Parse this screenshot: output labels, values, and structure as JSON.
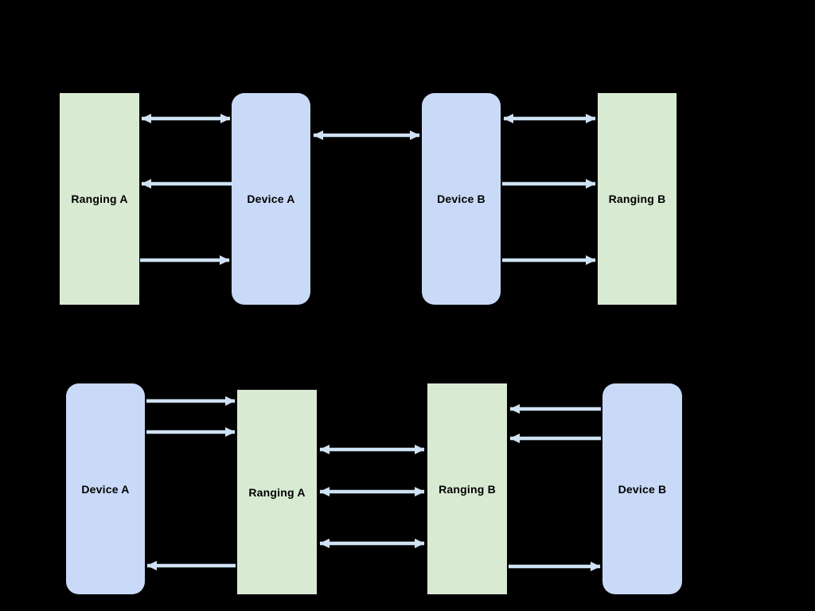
{
  "colors": {
    "canvas_bg": "#000000",
    "device_fill": "#c9daf8",
    "ranging_fill": "#d9ead3",
    "arrow": "#cfe2f3",
    "label_text": "#000000"
  },
  "diagrams": [
    {
      "name": "top-topology",
      "nodes": [
        {
          "id": "ranging-a",
          "label": "Ranging A",
          "type": "ranging"
        },
        {
          "id": "device-a",
          "label": "Device A",
          "type": "device"
        },
        {
          "id": "device-b",
          "label": "Device B",
          "type": "device"
        },
        {
          "id": "ranging-b",
          "label": "Ranging B",
          "type": "ranging"
        }
      ],
      "connections": [
        {
          "from": "ranging-a",
          "to": "device-a",
          "direction": "both"
        },
        {
          "from": "device-a",
          "to": "device-b",
          "direction": "both"
        },
        {
          "from": "device-b",
          "to": "ranging-b",
          "direction": "both"
        },
        {
          "from": "device-a",
          "to": "ranging-a",
          "direction": "one-way"
        },
        {
          "from": "device-b",
          "to": "ranging-b",
          "direction": "one-way"
        },
        {
          "from": "ranging-a",
          "to": "device-a",
          "direction": "one-way"
        },
        {
          "from": "device-b",
          "to": "ranging-b",
          "direction": "one-way"
        }
      ]
    },
    {
      "name": "bottom-topology",
      "nodes": [
        {
          "id": "device-a",
          "label": "Device A",
          "type": "device"
        },
        {
          "id": "ranging-a",
          "label": "Ranging A",
          "type": "ranging"
        },
        {
          "id": "ranging-b",
          "label": "Ranging B",
          "type": "ranging"
        },
        {
          "id": "device-b",
          "label": "Device B",
          "type": "device"
        }
      ],
      "connections": [
        {
          "from": "device-a",
          "to": "ranging-a",
          "direction": "one-way"
        },
        {
          "from": "device-a",
          "to": "ranging-a",
          "direction": "one-way"
        },
        {
          "from": "device-b",
          "to": "ranging-b",
          "direction": "one-way"
        },
        {
          "from": "device-b",
          "to": "ranging-b",
          "direction": "one-way"
        },
        {
          "from": "ranging-a",
          "to": "ranging-b",
          "direction": "both"
        },
        {
          "from": "ranging-a",
          "to": "ranging-b",
          "direction": "both"
        },
        {
          "from": "ranging-a",
          "to": "ranging-b",
          "direction": "both"
        },
        {
          "from": "ranging-a",
          "to": "device-a",
          "direction": "one-way"
        },
        {
          "from": "ranging-b",
          "to": "device-b",
          "direction": "one-way"
        }
      ]
    }
  ]
}
